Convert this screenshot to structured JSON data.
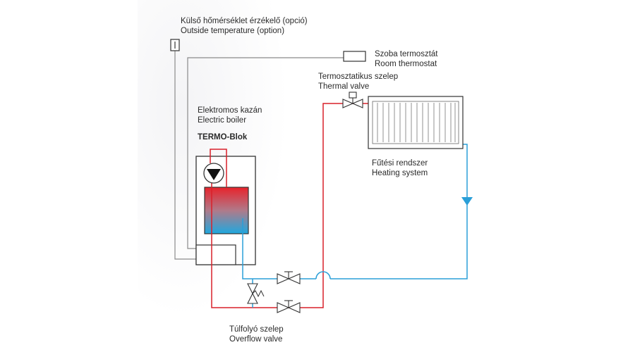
{
  "labels": {
    "outside_sensor_hu": "Külső hőmérséklet érzékelő (opció)",
    "outside_sensor_en": "Outside temperature (option)",
    "room_thermostat_hu": "Szoba termosztát",
    "room_thermostat_en": "Room thermostat",
    "thermal_valve_hu": "Termosztatikus szelep",
    "thermal_valve_en": "Thermal valve",
    "boiler_hu": "Elektromos kazán",
    "boiler_en": "Electric boiler",
    "boiler_model": "TERMO-Blok",
    "heating_hu": "Fűtési rendszer",
    "heating_en": "Heating system",
    "overflow_hu": "Túlfolyó szelep",
    "overflow_en": "Overflow valve"
  },
  "colors": {
    "supply": "#d9202a",
    "return": "#2a9fd8",
    "wire": "#8a8a8a",
    "outline": "#333333"
  }
}
